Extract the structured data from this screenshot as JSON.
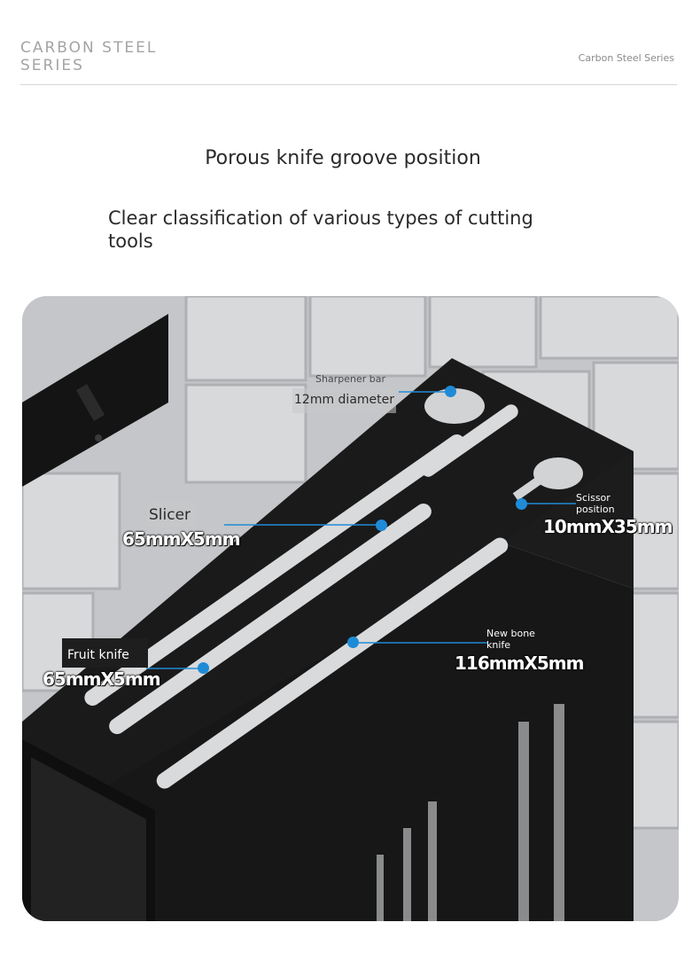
{
  "header": {
    "brand": "CARBON STEEL SERIES",
    "series_small": "Carbon Steel Series"
  },
  "content": {
    "heading": "Porous knife groove position",
    "subheading": "Clear classification of various types of cutting tools"
  },
  "annotations": {
    "sharpener_title": "Sharpener bar",
    "sharpener_spec": "12mm diameter",
    "slicer_title": "Slicer",
    "slicer_spec": "65mmX5mm",
    "scissor_title_1": "Scissor",
    "scissor_title_2": "position",
    "scissor_spec": "10mmX35mm",
    "bone_title_1": "New bone",
    "bone_title_2": "knife",
    "bone_spec": "116mmX5mm",
    "fruit_title": "Fruit knife",
    "fruit_spec": "65mmX5mm"
  },
  "colors": {
    "marker": "#1f8bd6",
    "rack": "#141414",
    "tile": "#d9dadc"
  }
}
